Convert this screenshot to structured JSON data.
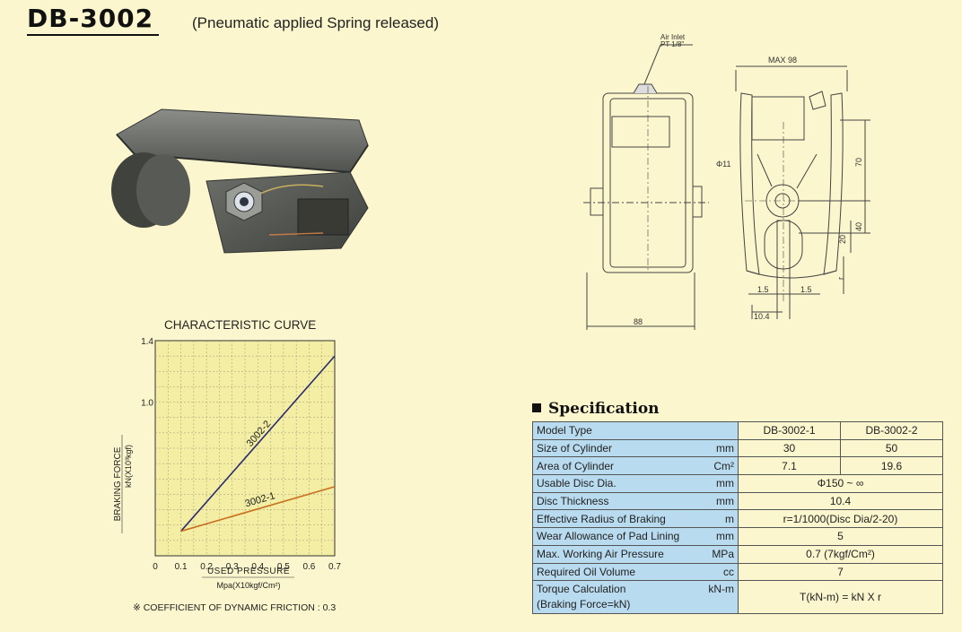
{
  "header": {
    "model": "DB-3002",
    "subtitle": "(Pneumatic applied Spring released)"
  },
  "chart": {
    "title": "CHARACTERISTIC CURVE",
    "ylabel_line1": "BRAKING FORCE",
    "ylabel_line2": "kN(X10³kgf)",
    "xlabel_line1": "USED PRESSURE",
    "xlabel_line2": "Mpa(X10kgf/Cm²)",
    "note": "※ COEFFICIENT OF DYNAMIC FRICTION : 0.3"
  },
  "chart_data": {
    "type": "line",
    "title": "CHARACTERISTIC CURVE",
    "xlabel": "USED PRESSURE Mpa(X10kgf/Cm²)",
    "ylabel": "BRAKING FORCE kN(X10³kgf)",
    "xlim": [
      0,
      0.7
    ],
    "ylim": [
      0,
      1.4
    ],
    "x_ticks": [
      "0",
      "0.1",
      "0.2",
      "0.3",
      "0.4",
      "0.5",
      "0.6",
      "0.7"
    ],
    "y_ticks": [
      "1.0",
      "1.4"
    ],
    "grid": true,
    "series": [
      {
        "name": "3002-2",
        "color": "#2a2a6e",
        "points": [
          [
            0.1,
            0.16
          ],
          [
            0.7,
            1.3
          ]
        ]
      },
      {
        "name": "3002-1",
        "color": "#c8701e",
        "points": [
          [
            0.1,
            0.16
          ],
          [
            0.7,
            0.45
          ]
        ]
      }
    ]
  },
  "drawing": {
    "air_inlet_1": "Air Inlet",
    "air_inlet_2": "PT 1/8\"",
    "max": "MAX 98",
    "dia": "Φ11",
    "d70": "70",
    "d40": "40",
    "d20": "20",
    "r": "r",
    "d15a": "1.5",
    "d15b": "1.5",
    "d104": "10.4",
    "d88": "88"
  },
  "spec": {
    "heading": "Specification",
    "rows": [
      {
        "label": "Model Type",
        "unit": "",
        "v1": "DB-3002-1",
        "v2": "DB-3002-2"
      },
      {
        "label": "Size of Cylinder",
        "unit": "mm",
        "v1": "30",
        "v2": "50"
      },
      {
        "label": "Area of Cylinder",
        "unit": "Cm²",
        "v1": "7.1",
        "v2": "19.6"
      },
      {
        "label": "Usable Disc Dia.",
        "unit": "mm",
        "v": "Φ150 ~ ∞"
      },
      {
        "label": "Disc Thickness",
        "unit": "mm",
        "v": "10.4"
      },
      {
        "label": "Effective Radius of Braking",
        "unit": "m",
        "v": "r=1/1000(Disc Dia/2-20)"
      },
      {
        "label": "Wear Allowance of Pad Lining",
        "unit": "mm",
        "v": "5"
      },
      {
        "label": "Max. Working Air Pressure",
        "unit": "MPa",
        "v": "0.7 (7kgf/Cm²)"
      },
      {
        "label": "Required Oil Volume",
        "unit": "cc",
        "v": "7"
      },
      {
        "label": "Torque Calculation",
        "label2": "(Braking Force=kN)",
        "unit": "kN-m",
        "v": "T(kN-m) = kN X r"
      }
    ]
  }
}
